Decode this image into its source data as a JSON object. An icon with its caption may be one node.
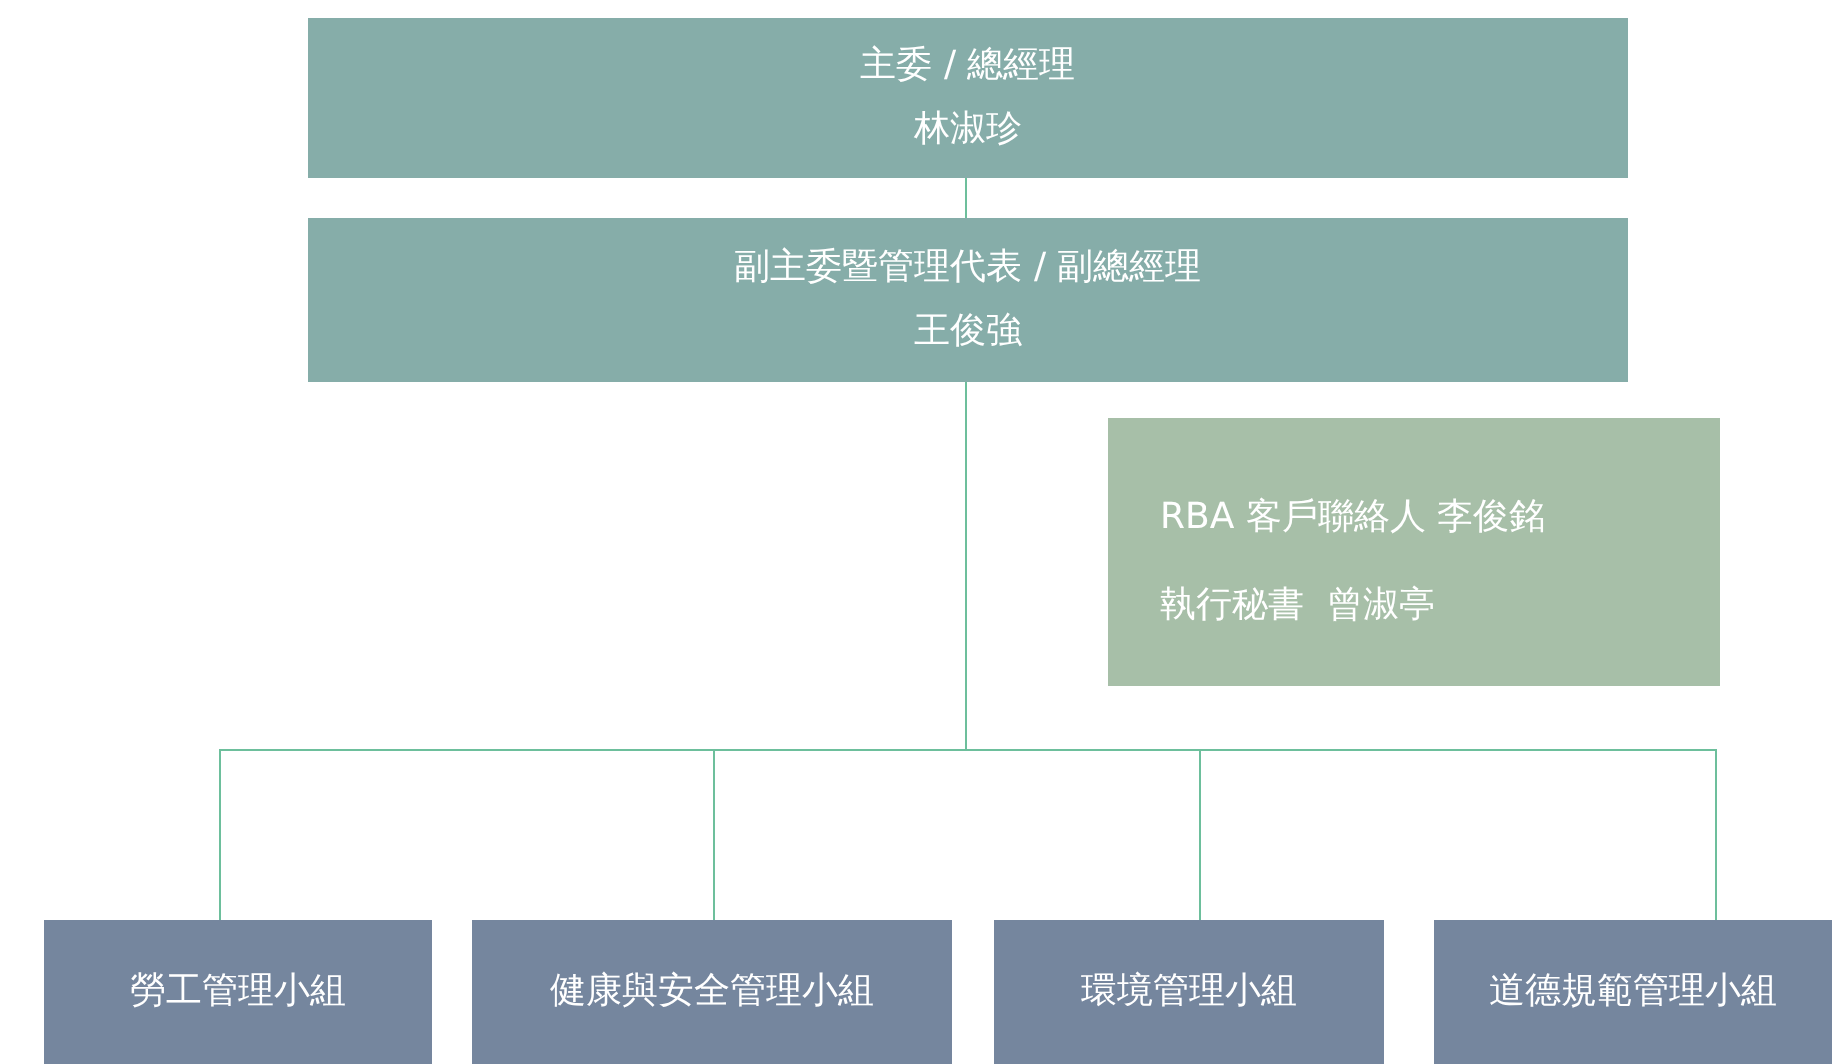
{
  "diagram": {
    "nodes": [
      {
        "text": [
          "主委 / 總經理",
          "林淑珍"
        ]
      },
      {
        "text": [
          "副主委暨管理代表 / 副總經理",
          "王俊強"
        ]
      },
      {
        "text": [
          "RBA 客戶聯絡人 李俊銘",
          "執行秘書  曾淑亭"
        ]
      },
      {
        "text": [
          "勞工管理小組"
        ]
      },
      {
        "text": [
          "健康與安全管理小組"
        ]
      },
      {
        "text": [
          "環境管理小組"
        ]
      },
      {
        "text": [
          "道德規範管理小組"
        ]
      }
    ],
    "edges": [
      {
        "from": 0,
        "to": 1,
        "arrow": "none"
      },
      {
        "from": 1,
        "to": 3,
        "arrow": "none"
      },
      {
        "from": 1,
        "to": 4,
        "arrow": "none"
      },
      {
        "from": 1,
        "to": 5,
        "arrow": "none"
      },
      {
        "from": 1,
        "to": 6,
        "arrow": "none"
      }
    ]
  }
}
